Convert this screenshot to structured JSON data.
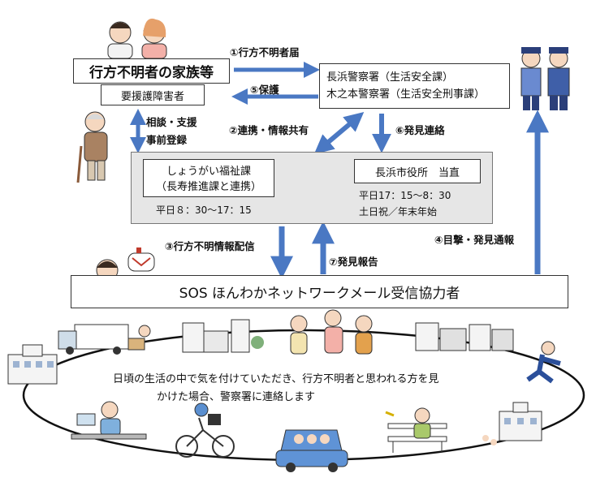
{
  "nodes": {
    "family": "行方不明者の家族等",
    "family_sub": "要援護障害者",
    "police_line1": "長浜警察署（生活安全課）",
    "police_line2": "木之本警察署（生活安全刑事課）",
    "welfare_line1": "しょうがい福祉課",
    "welfare_line2": "（長寿推進課と連携）",
    "welfare_hours": "平日８：30～17：15",
    "cityhall": "長浜市役所　当直",
    "cityhall_hours1": "平日17：15～8：30",
    "cityhall_hours2": "土日祝／年末年始",
    "sos": "SOS ほんわかネットワークメール受信協力者",
    "community_text1": "日頃の生活の中で気を付けていただき、行方不明者と思われる方を見",
    "community_text2": "かけた場合、警察署に連絡します"
  },
  "flows": {
    "step1": "①行方不明者届",
    "step2": "②連携・情報共有",
    "step3": "③行方不明情報配信",
    "step4": "④目撃・発見通報",
    "step5": "⑤保護",
    "step6": "⑥発見連絡",
    "step7": "⑦発見報告",
    "consult1": "相談・支援",
    "consult2": "事前登録"
  },
  "colors": {
    "arrow": "#4a78c3",
    "panel": "#e6e6e6",
    "text": "#111111"
  }
}
